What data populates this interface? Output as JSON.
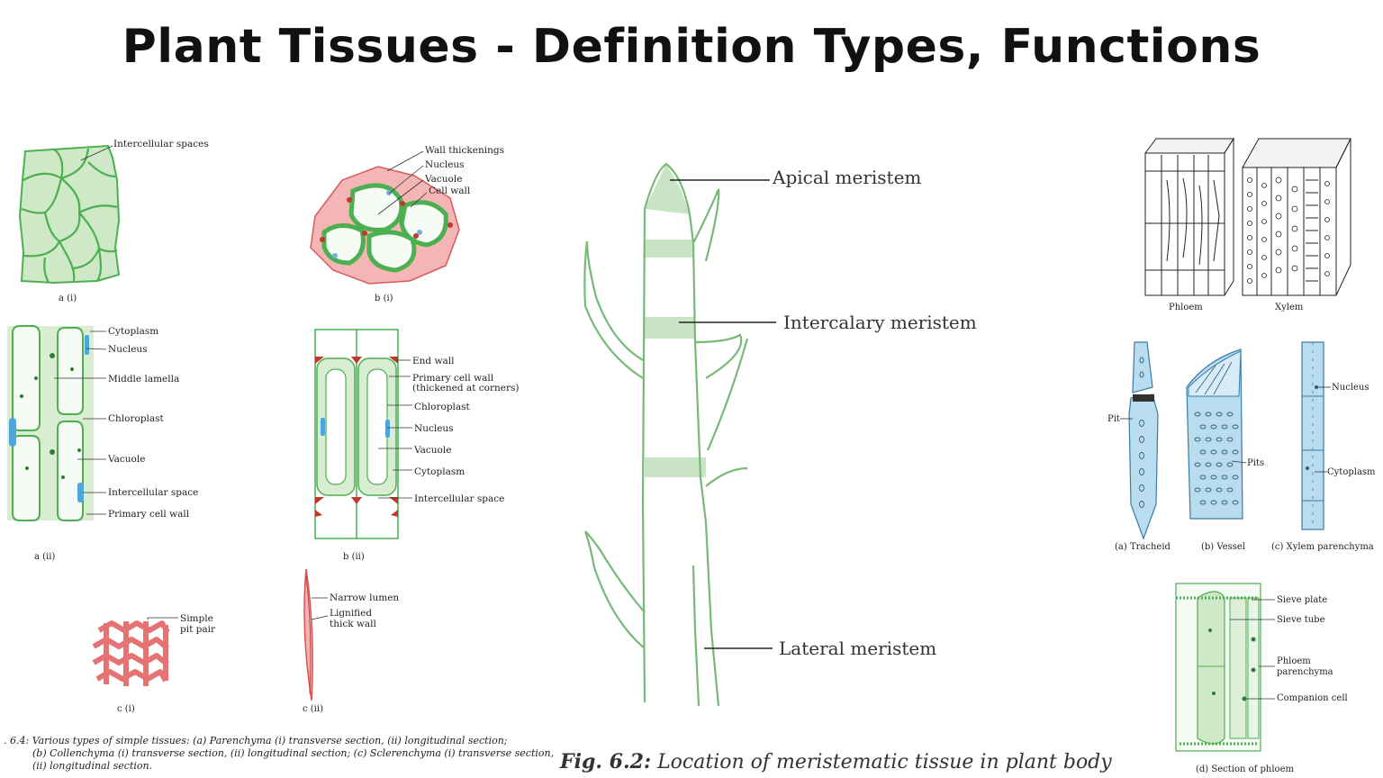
{
  "title": "Plant Tissues - Definition Types, Functions",
  "left_panel": {
    "labels": {
      "intercellular_spaces": "Intercellular spaces",
      "wall_thickenings": "Wall thickenings",
      "nucleus_b": "Nucleus",
      "vacuole_b": "Vacuole",
      "cell_wall": "Cell wall",
      "cytoplasm_a": "Cytoplasm",
      "nucleus_a": "Nucleus",
      "middle_lamella": "Middle lamella",
      "chloroplast_a": "Chloroplast",
      "vacuole_a": "Vacuole",
      "intercellular_space_a": "Intercellular space",
      "primary_cell_wall_a": "Primary cell wall",
      "end_wall": "End wall",
      "primary_cell_wall_b_1": "Primary cell wall",
      "primary_cell_wall_b_2": "(thickened at corners)",
      "chloroplast_b": "Chloroplast",
      "nucleus_bii": "Nucleus",
      "vacuole_bii": "Vacuole",
      "cytoplasm_bii": "Cytoplasm",
      "intercellular_space_b": "Intercellular space",
      "simple_pit_1": "Simple",
      "simple_pit_2": "pit pair",
      "narrow_lumen": "Narrow lumen",
      "lignified_1": "Lignified",
      "lignified_2": "thick wall"
    },
    "sublabels": {
      "ai": "a (i)",
      "bi": "b (i)",
      "aii": "a (ii)",
      "bii": "b (ii)",
      "ci": "c (i)",
      "cii": "c (ii)"
    },
    "caption_lines": [
      ". 6.4: Various types of simple tissues: (a) Parenchyma (i) transverse section, (ii) longitudinal section;",
      "(b) Collenchyma (i) transverse section, (ii) longitudinal section; (c) Sclerenchyma (i) transverse section,",
      "(ii) longitudinal section."
    ]
  },
  "middle_panel": {
    "apical": "Apical meristem",
    "intercalary": "Intercalary meristem",
    "lateral": "Lateral meristem",
    "fig_caption_bold": "Fig. 6.2:",
    "fig_caption_rest": " Location of meristematic tissue in plant body"
  },
  "right_panel": {
    "phloem": "Phloem",
    "xylem": "Xylem",
    "pit": "Pit",
    "pits": "Pits",
    "nucleus": "Nucleus",
    "cytoplasm": "Cytoplasm",
    "tracheid": "(a) Tracheid",
    "vessel": "(b) Vessel",
    "xylem_parenchyma": "(c) Xylem parenchyma",
    "sieve_plate": "Sieve plate",
    "sieve_tube": "Sieve tube",
    "phloem_parenchyma_1": "Phloem",
    "phloem_parenchyma_2": "parenchyma",
    "companion_cell": "Companion cell",
    "section_of_phloem": "(d) Section of phloem"
  },
  "colors": {
    "green_fill": "#cfe8c8",
    "green_line": "#4caf50",
    "pink": "#e88a8a",
    "red": "#c0392b",
    "blue_fill": "#b9dcef",
    "blue_line": "#4a8fb8"
  }
}
